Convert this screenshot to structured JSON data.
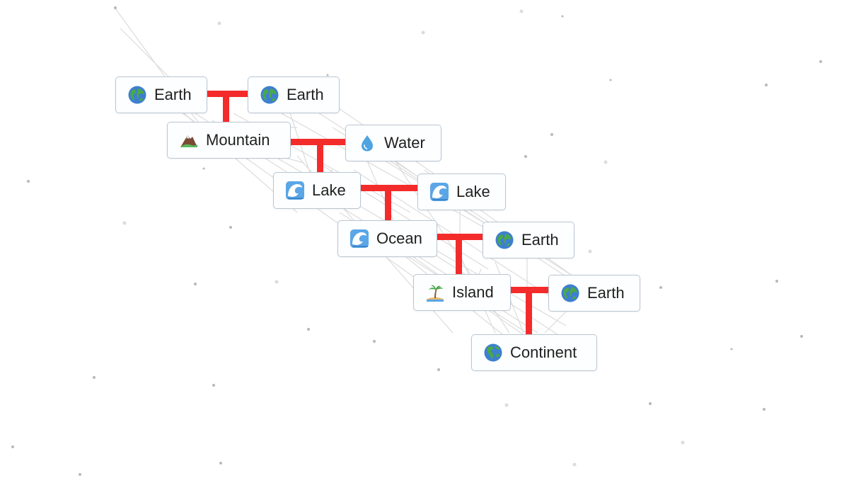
{
  "tiles": [
    {
      "id": "earth-1",
      "label": "Earth",
      "icon": "earth-globe-icon"
    },
    {
      "id": "earth-2",
      "label": "Earth",
      "icon": "earth-globe-icon"
    },
    {
      "id": "mountain",
      "label": "Mountain",
      "icon": "mountain-icon"
    },
    {
      "id": "water",
      "label": "Water",
      "icon": "water-drop-icon"
    },
    {
      "id": "lake-1",
      "label": "Lake",
      "icon": "wave-icon"
    },
    {
      "id": "lake-2",
      "label": "Lake",
      "icon": "wave-icon"
    },
    {
      "id": "ocean",
      "label": "Ocean",
      "icon": "wave-icon"
    },
    {
      "id": "earth-3",
      "label": "Earth",
      "icon": "earth-globe-icon"
    },
    {
      "id": "island",
      "label": "Island",
      "icon": "island-icon"
    },
    {
      "id": "earth-4",
      "label": "Earth",
      "icon": "earth-globe-icon"
    },
    {
      "id": "continent",
      "label": "Continent",
      "icon": "earth-americas-icon"
    }
  ],
  "recipes": [
    {
      "inputs": [
        "Earth",
        "Earth"
      ],
      "result": "Mountain"
    },
    {
      "inputs": [
        "Mountain",
        "Water"
      ],
      "result": "Lake"
    },
    {
      "inputs": [
        "Lake",
        "Lake"
      ],
      "result": "Ocean"
    },
    {
      "inputs": [
        "Ocean",
        "Earth"
      ],
      "result": "Island"
    },
    {
      "inputs": [
        "Island",
        "Earth"
      ],
      "result": "Continent"
    }
  ],
  "colors": {
    "connector": "#f42b2b",
    "tile_border": "#b9c6d3",
    "tile_text": "#1f1f1f",
    "background": "#ffffff"
  }
}
